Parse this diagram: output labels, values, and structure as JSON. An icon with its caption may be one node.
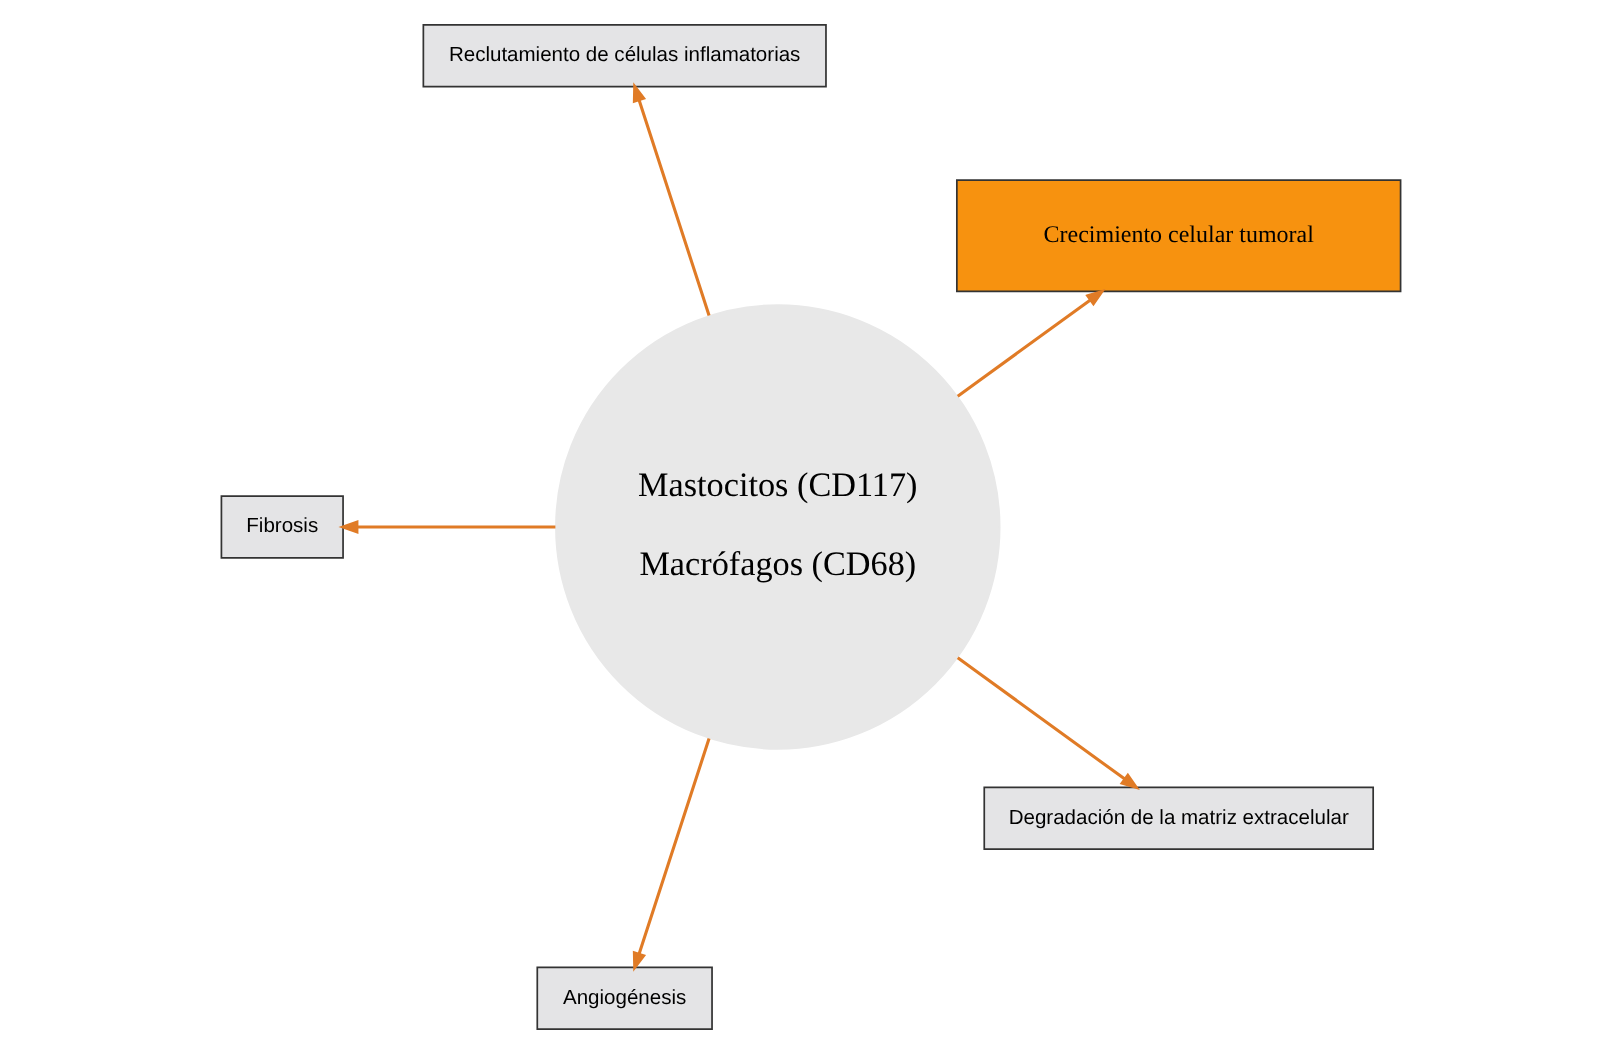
{
  "diagram": {
    "nodes": [
      {
        "text": [
          "Crecimiento celular tumoral"
        ]
      },
      {
        "text": [
          "Reclutamiento de células inflamatorias"
        ]
      },
      {
        "text": [
          "Mastocitos (CD117)",
          "Macrófagos (CD68)"
        ]
      },
      {
        "text": [
          "Fibrosis"
        ]
      },
      {
        "text": [
          "Angiogénesis"
        ]
      },
      {
        "text": [
          "Degradación de la matriz extracelular"
        ]
      }
    ],
    "edges": [
      {
        "from": 2,
        "to": 0,
        "arrow": "to"
      },
      {
        "from": 2,
        "to": 1,
        "arrow": "to"
      },
      {
        "from": 2,
        "to": 3,
        "arrow": "to"
      },
      {
        "from": 2,
        "to": 4,
        "arrow": "to"
      },
      {
        "from": 2,
        "to": 5,
        "arrow": "to"
      }
    ]
  }
}
